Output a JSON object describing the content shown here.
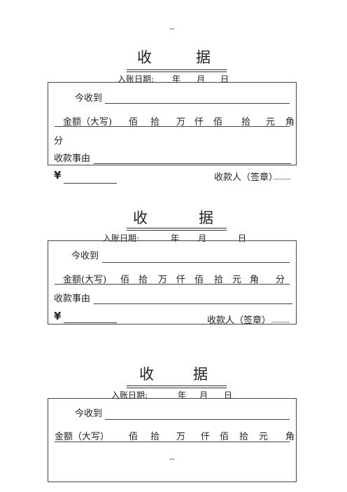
{
  "top_mark": "--",
  "bottom_mark": "--",
  "receipts": [
    {
      "title_left": "收",
      "title_right": "据",
      "date_label": "入账日期:",
      "year": "年",
      "month": "月",
      "day": "日",
      "received_label": "今收到",
      "amount_label": "金额（大写)",
      "units": [
        "佰",
        "拾",
        "万",
        "仟",
        "佰",
        "拾",
        "元",
        "角"
      ],
      "extra_unit": "分",
      "reason_label": "收款事由",
      "yen": "¥",
      "payee_label": "收款人（签章）",
      "payee_blank": "____"
    },
    {
      "title_left": "收",
      "title_right": "据",
      "date_label": "入账日期:",
      "year": "年",
      "month": "月",
      "day": "日",
      "received_label": "今收到",
      "amount_label": "金额(大写)",
      "units": [
        "佰",
        "拾",
        "万",
        "仟",
        "佰",
        "拾",
        "元",
        "角",
        "分"
      ],
      "reason_label": "收款事由",
      "yen": "¥",
      "payee_label": "收款人（签章）",
      "payee_blank": "____"
    },
    {
      "title_left": "收",
      "title_right": "据",
      "date_label": "入账日期:",
      "year": "年",
      "month": "月",
      "day": "日",
      "received_label": "今收到",
      "amount_label": "金额（大写）",
      "units": [
        "佰",
        "拾",
        "万",
        "仟",
        "佰",
        "拾",
        "元",
        "角"
      ]
    }
  ]
}
